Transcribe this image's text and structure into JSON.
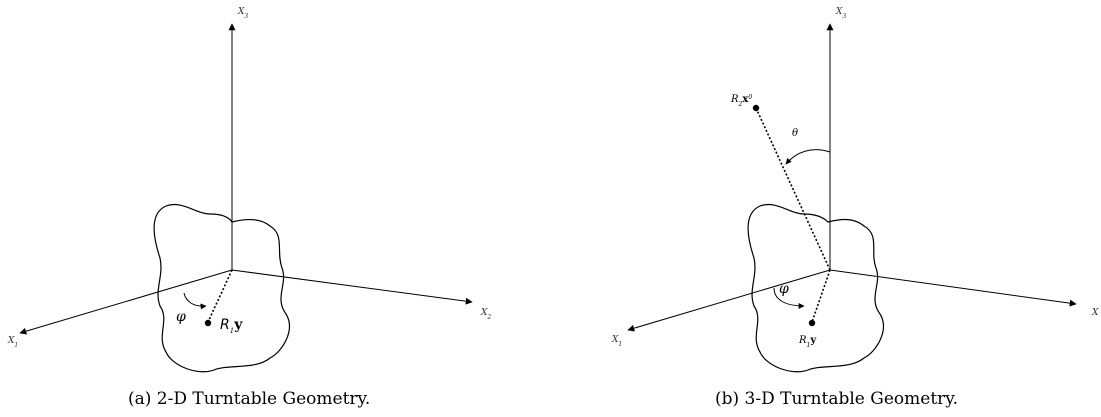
{
  "panel_a": {
    "axis_x1": "X",
    "axis_x1_sub": "1",
    "axis_x2": "X",
    "axis_x2_sub": "2",
    "axis_x3": "X",
    "axis_x3_sub": "3",
    "angle_phi": "φ",
    "point_label_r": "R",
    "point_label_sub": "1",
    "point_label_vec": "y",
    "caption": "(a) 2-D Turntable Geometry."
  },
  "panel_b": {
    "axis_x1": "X",
    "axis_x1_sub": "1",
    "axis_x2": "X",
    "axis_x3": "X",
    "axis_x3_sub": "3",
    "angle_theta": "θ",
    "angle_phi": "φ",
    "source_label_r": "R",
    "source_label_sub": "2",
    "source_label_vec": "x",
    "source_label_sup": "0",
    "point_label_r": "R",
    "point_label_sub": "1",
    "point_label_vec": "y",
    "caption": "(b) 3-D Turntable Geometry."
  }
}
